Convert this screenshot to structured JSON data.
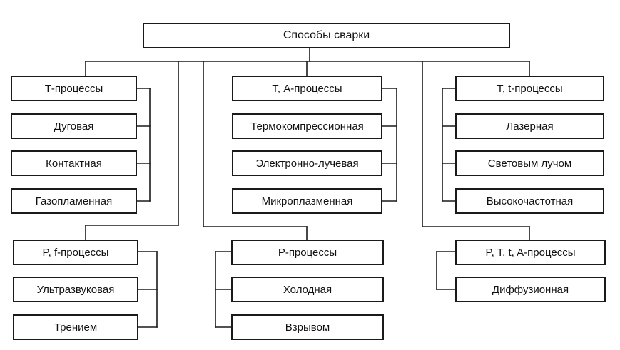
{
  "root": "Способы сварки",
  "groups": [
    {
      "head": "Т-процессы",
      "items": [
        "Дуговая",
        "Контактная",
        "Газопламенная"
      ]
    },
    {
      "head": "Т, А-процессы",
      "items": [
        "Термокомпрессионная",
        "Электронно-лучевая",
        "Микроплазменная"
      ]
    },
    {
      "head": "Т, t-процессы",
      "items": [
        "Лазерная",
        "Световым лучом",
        "Высокочастотная"
      ]
    },
    {
      "head": "P, f-процессы",
      "items": [
        "Ультразвуковая",
        "Трением"
      ]
    },
    {
      "head": "P-процессы",
      "items": [
        "Холодная",
        "Взрывом"
      ]
    },
    {
      "head": "P, T, t, A-процессы",
      "items": [
        "Диффузионная"
      ]
    }
  ]
}
